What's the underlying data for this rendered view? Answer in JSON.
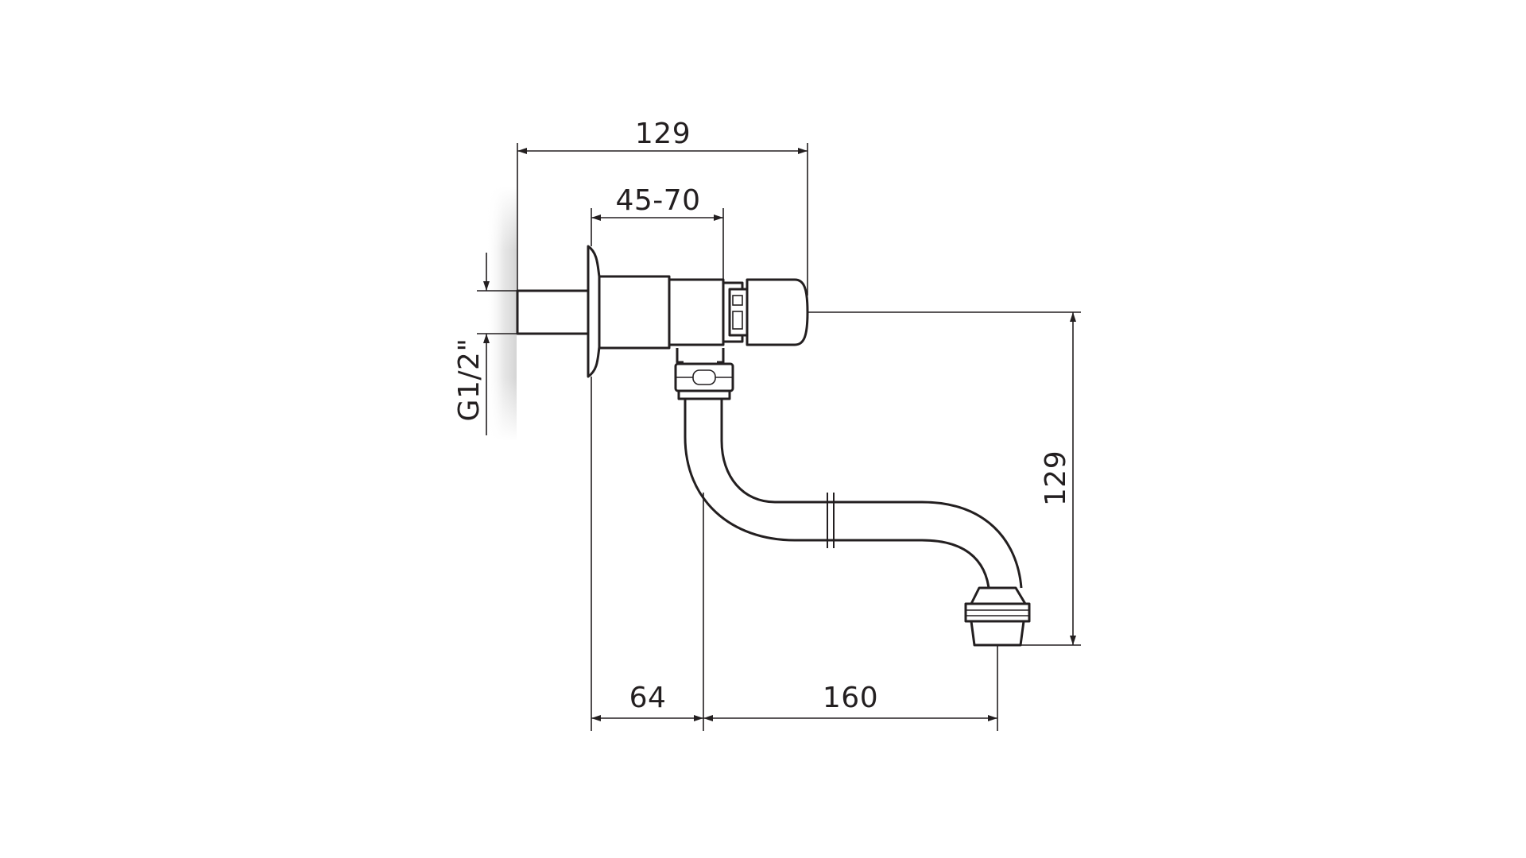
{
  "drawing": {
    "subject": "wall-mounted self-closing tap with swivel spout",
    "dimensions": {
      "overall_length": "129",
      "wall_adjust_range": "45-70",
      "thread": "G1/2\"",
      "spout_height": "129",
      "outlet_offset": "64",
      "spout_reach": "160"
    }
  },
  "colors": {
    "line": "#231f20",
    "wall_shade": "#d9d9d9",
    "background": "#ffffff"
  }
}
